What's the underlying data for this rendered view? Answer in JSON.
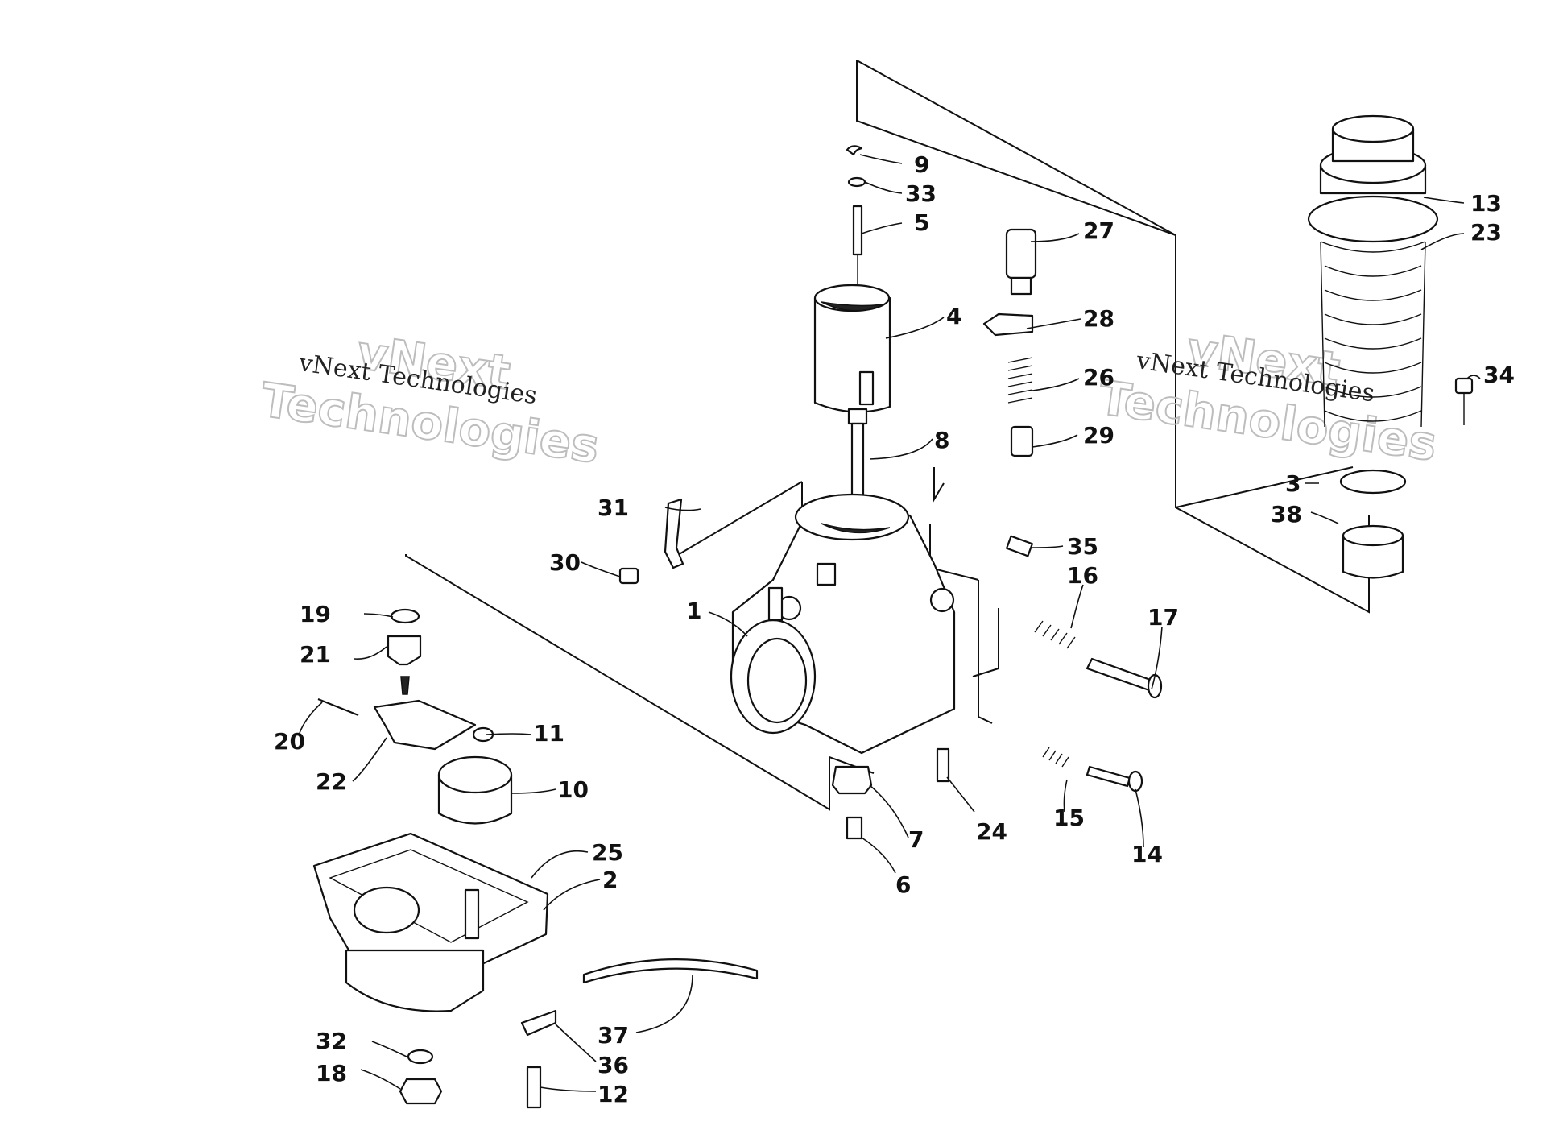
{
  "labels": {
    "p1": "1",
    "p2": "2",
    "p3": "3",
    "p4": "4",
    "p5": "5",
    "p6": "6",
    "p7": "7",
    "p8": "8",
    "p9": "9",
    "p10": "10",
    "p11": "11",
    "p12": "12",
    "p13": "13",
    "p14": "14",
    "p15": "15",
    "p16": "16",
    "p17": "17",
    "p18": "18",
    "p19": "19",
    "p20": "20",
    "p21": "21",
    "p22": "22",
    "p23": "23",
    "p24": "24",
    "p25": "25",
    "p26": "26",
    "p27": "27",
    "p28": "28",
    "p29": "29",
    "p30": "30",
    "p31": "31",
    "p32": "32",
    "p33": "33",
    "p34": "34",
    "p35": "35",
    "p36": "36",
    "p37": "37",
    "p38": "38"
  },
  "watermark": {
    "line_small": "vNext Technologies",
    "line_big_1": "vNext",
    "line_big_2": "Technologies"
  }
}
